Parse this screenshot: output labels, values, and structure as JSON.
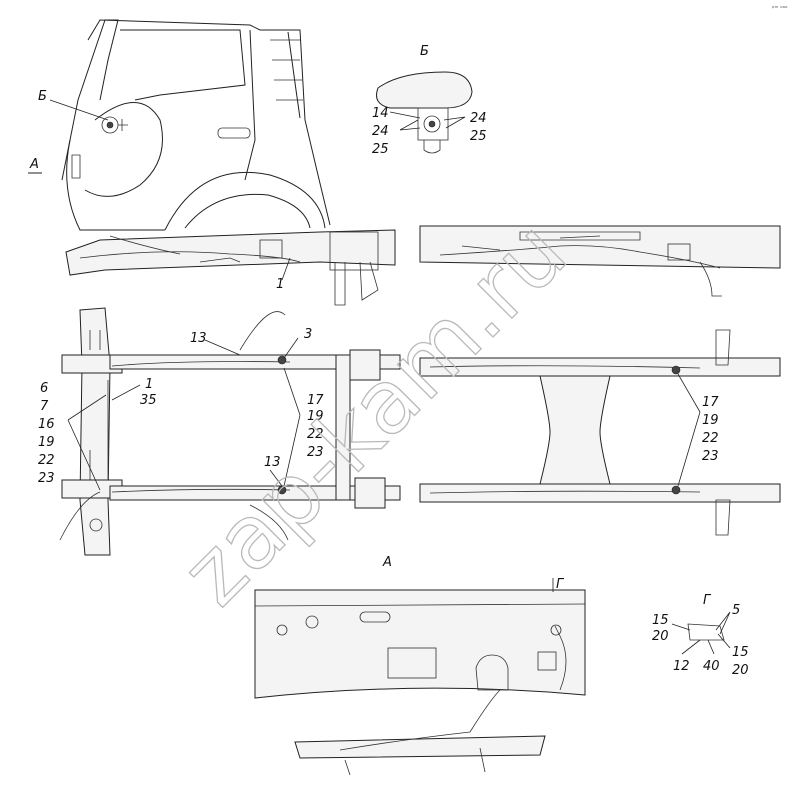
{
  "diagram": {
    "view_labels": {
      "view_a_top": "А",
      "view_b": "Б",
      "view_b_callout": "Б",
      "view_a_bottom": "А",
      "view_g": "Г",
      "view_g_callout": "Г"
    },
    "callouts": {
      "b14": "14",
      "b24l": "24",
      "b25l": "25",
      "b24r": "24",
      "b25r": "25",
      "side1": "1",
      "p13a": "13",
      "p3": "3",
      "p1": "1",
      "p35": "35",
      "p6": "6",
      "p7": "7",
      "p16": "16",
      "p19a": "19",
      "p22a": "22",
      "p23a": "23",
      "p17a": "17",
      "p19b": "19",
      "p22b": "22",
      "p23b": "23",
      "p13b": "13",
      "r17": "17",
      "r19": "19",
      "r22": "22",
      "r23": "23",
      "g15a": "15",
      "g20a": "20",
      "g5": "5",
      "g15b": "15",
      "g20b": "20",
      "g12": "12",
      "g40": "40"
    },
    "watermark": "zap-kam.ru",
    "corner_mark": "ᵖᵐ ᵒᵒᵒ"
  }
}
